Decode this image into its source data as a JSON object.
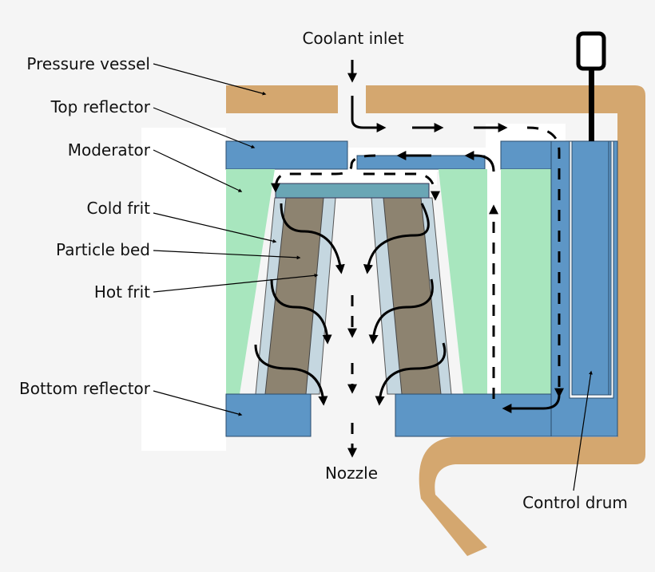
{
  "labels": {
    "coolant_inlet": "Coolant inlet",
    "pressure_vessel": "Pressure vessel",
    "top_reflector": "Top reflector",
    "moderator": "Moderator",
    "cold_frit": "Cold frit",
    "particle_bed": "Particle bed",
    "hot_frit": "Hot frit",
    "bottom_reflector": "Bottom reflector",
    "nozzle": "Nozzle",
    "control_drum": "Control drum"
  },
  "colors": {
    "background": "#f5f5f5",
    "pressure_vessel": "#d4a76f",
    "reflector": "#5d96c6",
    "moderator": "#a8e6be",
    "cold_frit": "#c5d7e0",
    "particle_bed": "#8d8370",
    "hot_frit_plate": "#6aa6b5",
    "flow_path": "#ffffff",
    "arrow": "#000000"
  }
}
